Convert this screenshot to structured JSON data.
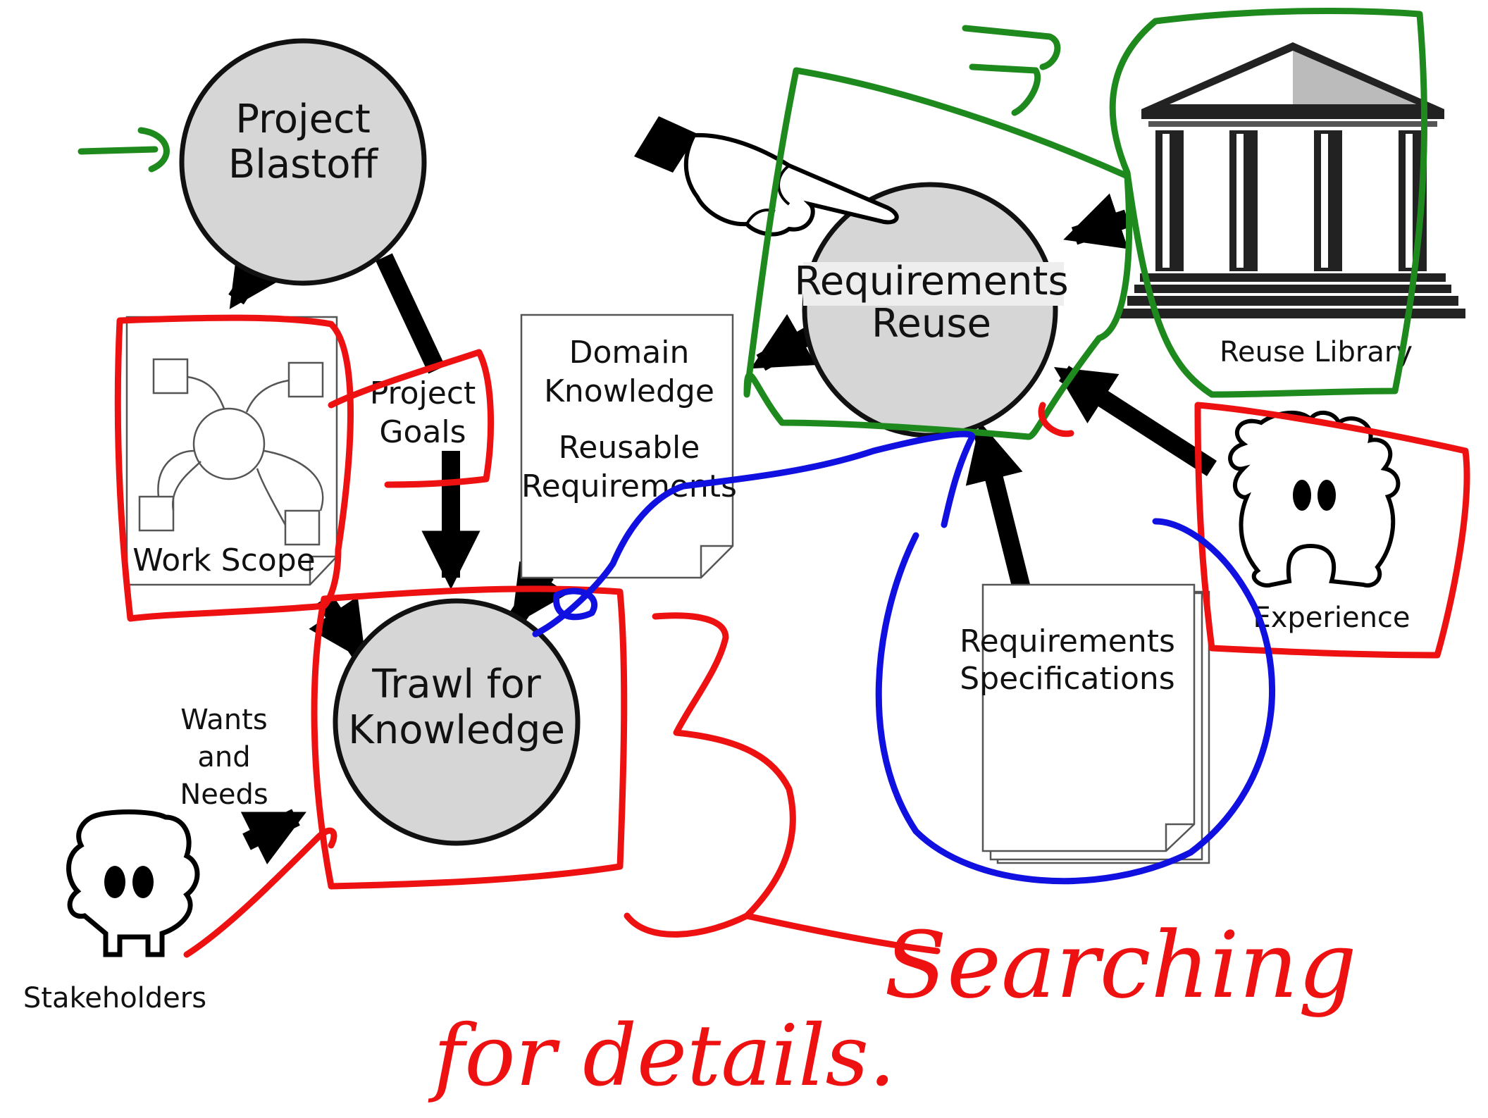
{
  "nodes": {
    "project_blastoff": [
      "Project",
      "Blastoff"
    ],
    "requirements_reuse": [
      "Requirements",
      "Reuse"
    ],
    "trawl_for_knowledge": [
      "Trawl for",
      "Knowledge"
    ]
  },
  "documents": {
    "work_scope": "Work Scope",
    "project_goals": [
      "Project",
      "Goals"
    ],
    "domain_knowledge": [
      "Domain",
      "Knowledge"
    ],
    "reusable_requirements": [
      "Reusable",
      "Requirements"
    ],
    "requirements_specifications": [
      "Requirements",
      "Specifications"
    ]
  },
  "labels": {
    "reuse_library": "Reuse Library",
    "experience": "Experience",
    "wants_and_needs": [
      "Wants",
      "and",
      "Needs"
    ],
    "stakeholders": "Stakeholders"
  },
  "annotations": {
    "handwriting_line1": "Searching",
    "handwriting_line2": "for details."
  },
  "ink_colors": {
    "red": "#ee1111",
    "green": "#1e8a1e",
    "blue": "#1010e0"
  }
}
